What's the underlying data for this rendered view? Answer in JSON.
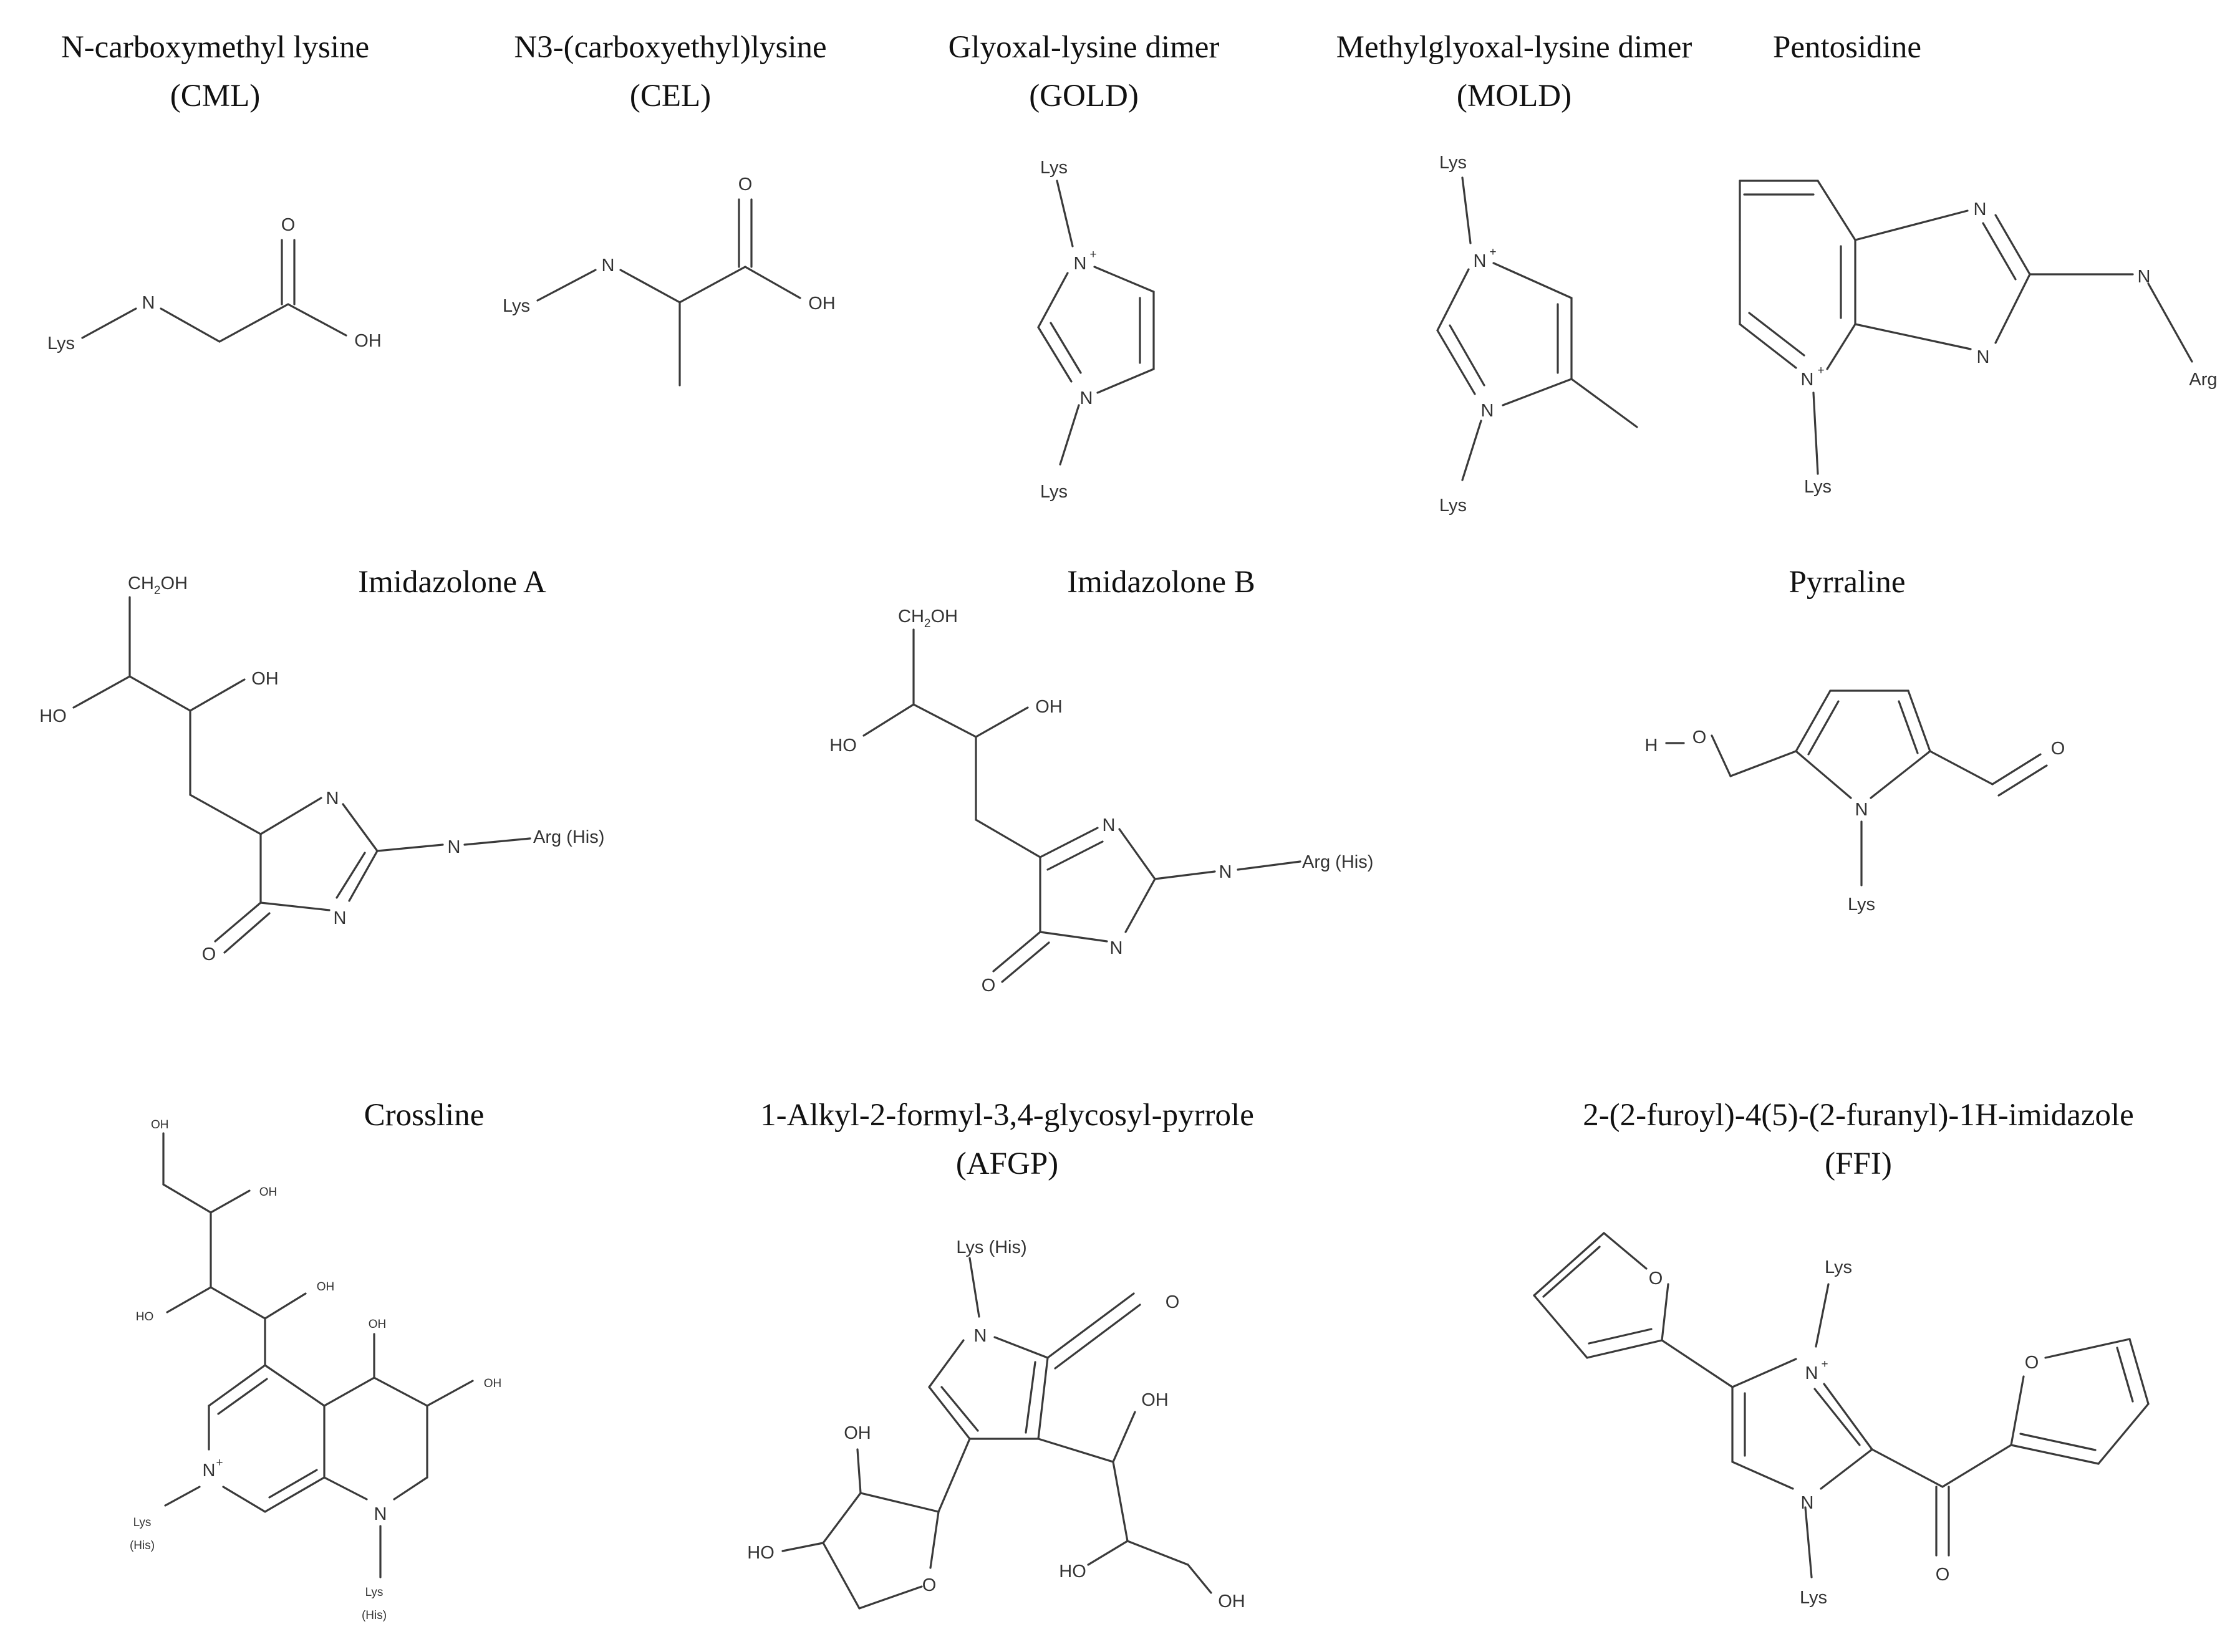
{
  "colors": {
    "ink": "#333333",
    "title": "#111111",
    "background": "#ffffff"
  },
  "titles": {
    "cml_name": "N-carboxymethyl lysine",
    "cml_abbr": "(CML)",
    "cel_name": "N3-(carboxyethyl)lysine",
    "cel_abbr": "(CEL)",
    "gold_name": "Glyoxal-lysine dimer",
    "gold_abbr": "(GOLD)",
    "mold_name": "Methylglyoxal-lysine dimer",
    "mold_abbr": "(MOLD)",
    "pentosidine": "Pentosidine",
    "imidazolone_a": "Imidazolone A",
    "imidazolone_b": "Imidazolone B",
    "pyrraline": "Pyrraline",
    "crossline": "Crossline",
    "afgp_name": "1-Alkyl-2-formyl-3,4-glycosyl-pyrrole",
    "afgp_abbr": "(AFGP)",
    "ffi_name": "2-(2-furoyl)-4(5)-(2-furanyl)-1H-imidazole",
    "ffi_abbr": "(FFI)"
  },
  "atoms": {
    "N": "N",
    "O": "O",
    "H": "H",
    "OH": "OH",
    "HO": "HO",
    "Lys": "Lys",
    "Arg": "Arg",
    "His_paren": "(His)",
    "Lys_His": "Lys (His)",
    "Arg_His": "Arg (His)",
    "CH": "CH",
    "two": "2",
    "plus": "+"
  }
}
